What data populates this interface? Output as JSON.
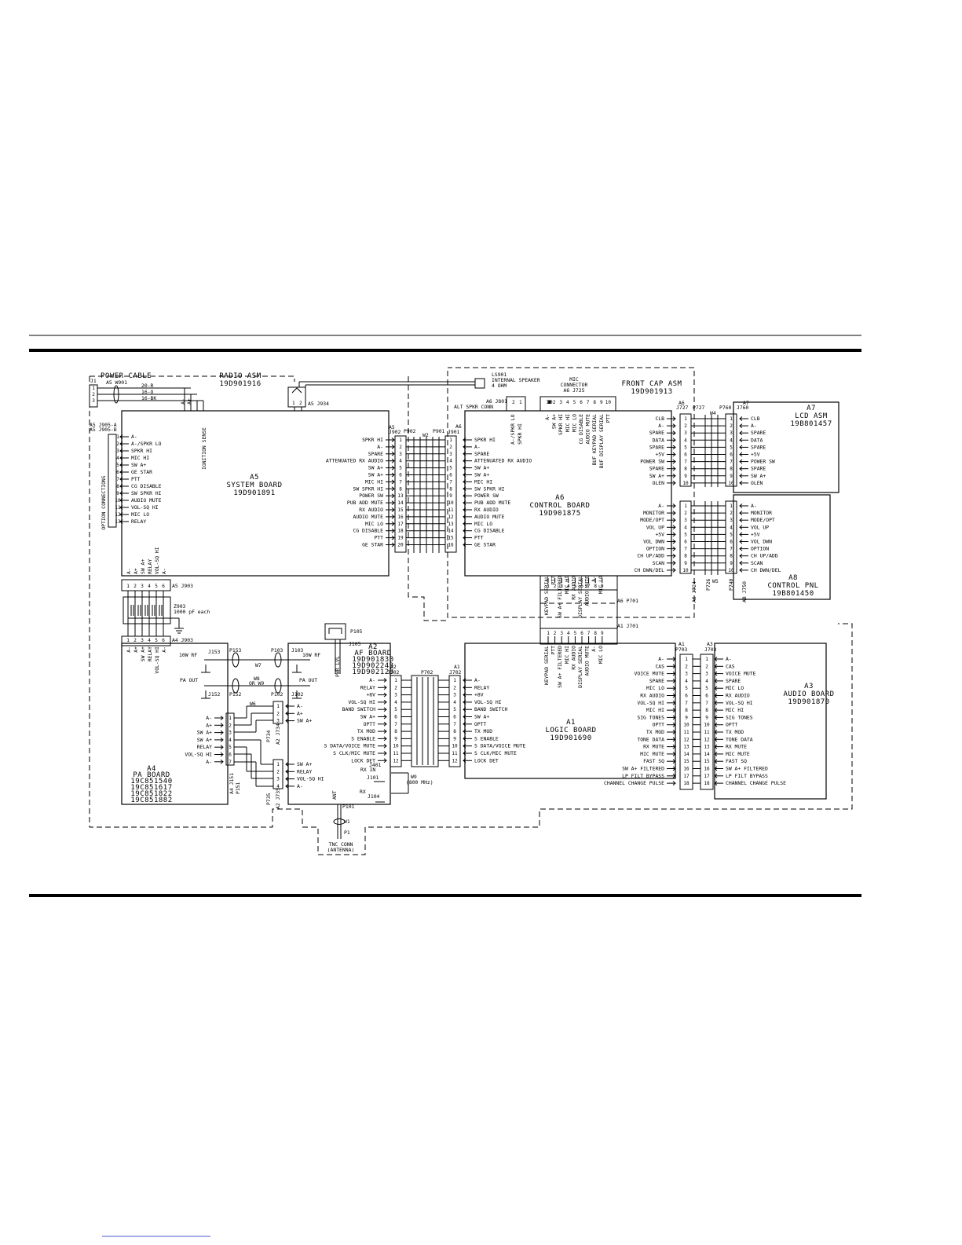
{
  "assemblies": {
    "power_cable": "POWER CABLE",
    "radio_asm": [
      "RADIO ASM",
      "19D901916"
    ],
    "front_cap": [
      "FRONT CAP ASM",
      "19D901913"
    ],
    "internal_speaker": [
      "LS901",
      "INTERNAL SPEAKER",
      "4 OHM"
    ],
    "mic_connector": [
      "MIC",
      "CONNECTOR",
      "A6 J725"
    ],
    "alt_spkr": "ALT SPKR CONN",
    "tnc": [
      "TNC CONN",
      "(ANTENNA)"
    ],
    "option_connections": "OPTION CONNECTIONS",
    "ignition": "IGNITION SENSE",
    "cap_note": [
      "Z903",
      "1000 pF each"
    ]
  },
  "boards": [
    {
      "id": "a5",
      "title": [
        "A5",
        "SYSTEM BOARD",
        "19D901891"
      ]
    },
    {
      "id": "a6",
      "title": [
        "A6",
        "CONTROL BOARD",
        "19D901875"
      ]
    },
    {
      "id": "a7",
      "title": [
        "A7",
        "LCD ASM",
        "19B801457"
      ]
    },
    {
      "id": "a8",
      "title": [
        "A8",
        "CONTROL PNL",
        "19B801450"
      ]
    },
    {
      "id": "a4",
      "title": [
        "A4",
        "PA BOARD",
        "19C851540",
        "19C851617",
        "19C851822",
        "19C851882"
      ]
    },
    {
      "id": "a2",
      "title": [
        "A2",
        "AF BOARD",
        "19D901830",
        "19D902243",
        "19D902123"
      ]
    },
    {
      "id": "a1",
      "title": [
        "A1",
        "LOGIC BOARD",
        "19D901690"
      ]
    },
    {
      "id": "a3",
      "title": [
        "A3",
        "AUDIO BOARD",
        "19D901870"
      ]
    }
  ],
  "j1_wires": [
    "20-R",
    "16-O",
    "16-BK"
  ],
  "j1_pins": [
    "1",
    "2",
    "3"
  ],
  "a5_left": [
    "A-",
    "A-/SPKR LO",
    "SPKR HI",
    "MIC HI",
    "SW A+",
    "GE STAR",
    "PTT",
    "CG DISABLE",
    "SW SPKR HI",
    "AUDIO MUTE",
    "VOL-SQ HI",
    "MIC LO",
    "RELAY"
  ],
  "a5_j902": [
    "SPKR HI",
    "A-",
    "SPARE",
    "ATTENUATED RX AUDIO",
    "SW A+",
    "SW A+",
    "MIC HI",
    "SW SPKR HI",
    "POWER SW",
    "PUB ADD MUTE",
    "RX AUDIO",
    "AUDIO MUTE",
    "MIC LO",
    "CG DISABLE",
    "PTT",
    "GE STAR"
  ],
  "j902_nums": [
    "1",
    "2",
    "3",
    "4",
    "5",
    "6",
    "7",
    "8",
    "13",
    "14",
    "15",
    "16",
    "17",
    "18",
    "19",
    "20"
  ],
  "a6_j901": [
    "SPKR HI",
    "A-",
    "SPARE",
    "ATTENUATED RX AUDIO",
    "SW A+",
    "SW A+",
    "MIC HI",
    "SW SPKR HI",
    "POWER SW",
    "PUB ADD MUTE",
    "RX AUDIO",
    "AUDIO MUTE",
    "MIC LO",
    "CG DISABLE",
    "PTT",
    "GE STAR"
  ],
  "j901_nums": [
    "1",
    "2",
    "3",
    "4",
    "5",
    "6",
    "7",
    "8",
    "9",
    "10",
    "11",
    "12",
    "13",
    "14",
    "15",
    "16"
  ],
  "a6_j727": [
    "CLB",
    "A-",
    "SPARE",
    "DATA",
    "SPARE",
    "+5V",
    "POWER SW",
    "SPARE",
    "SW A+",
    "OLEN"
  ],
  "a7_pins": [
    "CLB",
    "A-",
    "SPARE",
    "DATA",
    "SPARE",
    "+5V",
    "POWER SW",
    "SPARE",
    "SW A+",
    "OLEN"
  ],
  "a6_j724": [
    "A-",
    "MONITOR",
    "MODE/OPT",
    "VOL UP",
    "+5V",
    "VOL DWN",
    "OPTION",
    "CH UP/ADD",
    "SCAN",
    "CH DWN/DEL"
  ],
  "a8_pins": [
    "A-",
    "MONITOR",
    "MODE/OPT",
    "VOL UP",
    "+5V",
    "VOL DWN",
    "OPTION",
    "CH UP/ADD",
    "SCAN",
    "CH DWN/DEL"
  ],
  "mic_pins": [
    "A-",
    "SW A+",
    "SPKR HI",
    "MIC HI",
    "MIC LO",
    "CG DISABLE",
    "AUDIO MUTE",
    "BUF KEYPAD SERIAL",
    "BUF DISPLAY SERIAL",
    "PTT"
  ],
  "a6_p701": [
    "KEYPAD SERIAL",
    "PTT",
    "SW A+ FILTERED",
    "MIC HI",
    "RX AUDIO",
    "DISPLAY SERIAL",
    "AUDIO MUTE",
    "A-",
    "MIC LO"
  ],
  "a5_j903": [
    "A-",
    "A+",
    "SW A+",
    "RELAY",
    "VOL-SQ HI",
    "A-"
  ],
  "a4_top": [
    "A-",
    "A+",
    "SW A+",
    "RELAY",
    "VOL-SQ HI",
    "A-"
  ],
  "a4_j151": [
    "A-",
    "A+",
    "SW A+",
    "SW A+",
    "RELAY",
    "VOL-SQ HI",
    "A-"
  ],
  "a2_j734": [
    "A-",
    "A+",
    "SW A+"
  ],
  "a2_j735": [
    "SW A+",
    "RELAY",
    "VOL-SQ HI",
    "A-"
  ],
  "a2_j702": [
    "A-",
    "RELAY",
    "+8V",
    "VOL-SQ HI",
    "BAND SWITCH",
    "SW A+",
    "OPTT",
    "TX MOD",
    "S ENABLE",
    "S DATA/VOICE MUTE",
    "S CLK/MIC MUTE",
    "LOCK DET"
  ],
  "a1_j702": [
    "A-",
    "RELAY",
    "+8V",
    "VOL-SQ HI",
    "BAND SWITCH",
    "SW A+",
    "OPTT",
    "TX MOD",
    "S ENABLE",
    "S DATA/VOICE MUTE",
    "S CLK/MIC MUTE",
    "LOCK DET"
  ],
  "a1_j701": [
    "KEYPAD SERIAL",
    "PTT",
    "SW A+ FILTERED",
    "MIC HI",
    "RX AUDIO",
    "DISPLAY SERIAL",
    "AUDIO MUTE",
    "A-",
    "MIC LO"
  ],
  "a1_p703": [
    "A-",
    "CAS",
    "VOICE MUTE",
    "SPARE",
    "MIC LO",
    "RX AUDIO",
    "VOL-SQ HI",
    "MIC HI",
    "SIG TONES",
    "OPTT",
    "TX MOD",
    "TONE DATA",
    "RX MUTE",
    "MIC MUTE",
    "FAST SQ",
    "SW A+ FILTERED",
    "LP FILT BYPASS",
    "CHANNEL CHANGE PULSE"
  ],
  "a3_pins": [
    "A-",
    "CAS",
    "VOICE MUTE",
    "SPARE",
    "MIC LO",
    "RX AUDIO",
    "VOL-SQ HI",
    "MIC HI",
    "SIG TONES",
    "OPTT",
    "TX MOD",
    "TONE DATA",
    "RX MUTE",
    "MIC MUTE",
    "FAST SQ",
    "SW A+ FILTERED",
    "LP FILT BYPASS",
    "CHANNEL CHANGE PULSE"
  ],
  "rf": {
    "j153": "J153",
    "p153": "P153",
    "w7": "W7",
    "p103": "P103",
    "j103": "J103",
    "tenw_a": "10W RF",
    "tenw_b": "10W RF",
    "pa_out_a": "PA OUT",
    "pa_out_b": "PA OUT",
    "j152": "J152",
    "p152": "P152",
    "w8": "W8",
    "or_w9": "OR W9",
    "p102": "P102",
    "j102": "J102",
    "p105": "P105",
    "j105": "J105",
    "pwr_lvl": "PWR LVL",
    "rx_in": "RX IN",
    "j101": "J101",
    "w9": [
      "W9",
      "(800 MHz)"
    ],
    "p101": "P101",
    "w1": "W1",
    "p1": "P1",
    "ant": "ANT",
    "rx": "RX",
    "j104": "J104",
    "j401": "J401"
  },
  "refs": {
    "a5_j903": "A5 J903",
    "a4_j903": "A4 J903",
    "a5_j934": "A5 J934",
    "a6_j801": "A6 J801",
    "a6_j727": [
      "A6",
      "J727"
    ],
    "p727": "P727",
    "w4": "W4",
    "p760": "P760",
    "j760": [
      "A7",
      "J760"
    ],
    "w5": "W5",
    "p726": "P726",
    "j724": "A6 J724",
    "p740": "P740",
    "a8_j750": "A8 J750",
    "a6_p701": "A6 P701",
    "a1_j701": "A1 J701",
    "a1_p703": [
      "A1",
      "P703"
    ],
    "a3_j703": [
      "A3",
      "J703"
    ],
    "p902": "P902",
    "w2": "W2",
    "p901": "P901",
    "a5_j902": [
      "A5",
      "J902"
    ],
    "a6_j901": [
      "A6",
      "J901"
    ],
    "a2_j702": [
      "A2",
      "J702"
    ],
    "p702": "P702",
    "a1_j702": [
      "A1",
      "J702"
    ],
    "a4_j151": "A4 J151",
    "p151": "P151",
    "p734": "P734",
    "a2_j734": "A2 J734",
    "p735": "P735",
    "a2_j735": "A2 J735",
    "w6": "W6",
    "a5_j905": [
      "A5 J905-A",
      "A5 J905-B"
    ],
    "a5_w901": "A5 W901",
    "j1": "J1",
    "a_minus": "A-",
    "a_plus": "A+"
  }
}
